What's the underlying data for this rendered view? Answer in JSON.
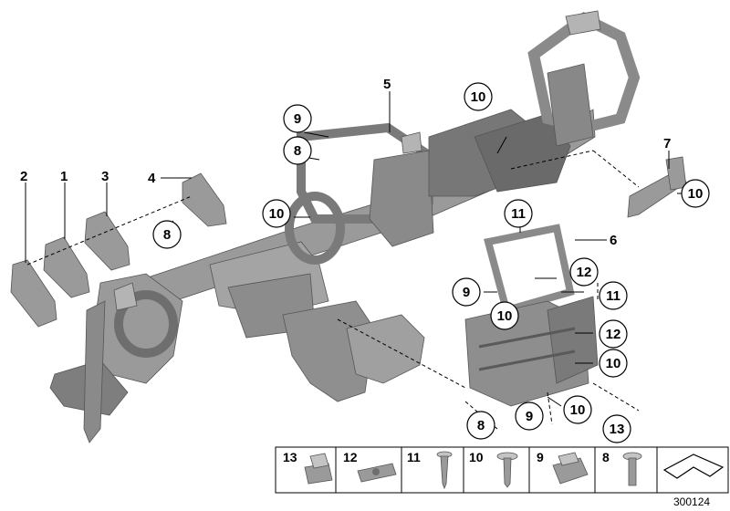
{
  "callouts": {
    "c1": "1",
    "c2": "2",
    "c3": "3",
    "c4": "4",
    "c5": "5",
    "c6": "6",
    "c7": "7",
    "c8a": "8",
    "c8b": "8",
    "c8c": "8",
    "c9a": "9",
    "c9b": "9",
    "c9c": "9",
    "c10a": "10",
    "c10b": "10",
    "c10c": "10",
    "c10d": "10",
    "c10e": "10",
    "c10f": "10",
    "c11a": "11",
    "c11b": "11",
    "c12a": "12",
    "c12b": "12",
    "c13": "13"
  },
  "legend": [
    "13",
    "12",
    "11",
    "10",
    "9",
    "8"
  ],
  "doc_id": "300124",
  "colors": {
    "part_fill": "#9a9a9a",
    "part_dark": "#6e6e6e",
    "part_light": "#c4c4c4",
    "line": "#000000"
  }
}
